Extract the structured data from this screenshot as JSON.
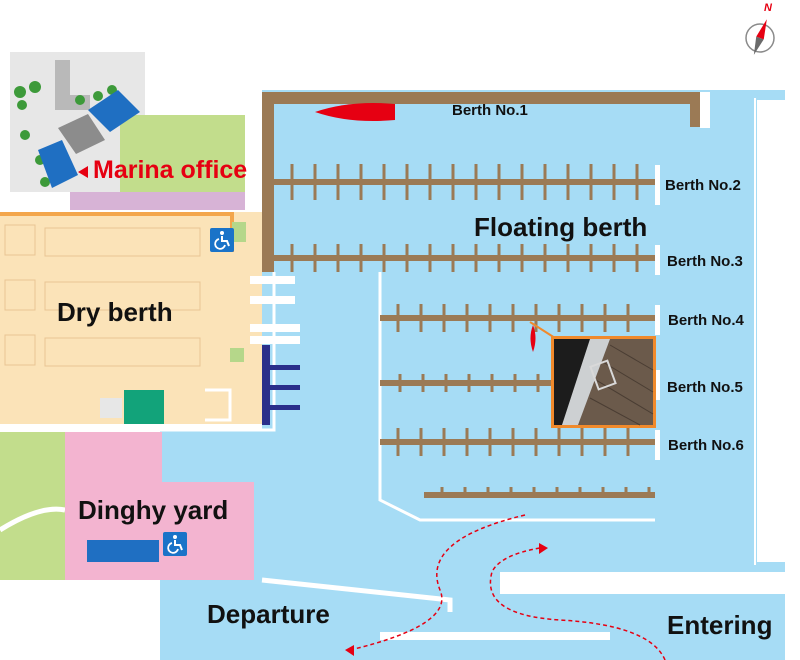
{
  "labels": {
    "marina_office": "Marina office",
    "dry_berth": "Dry berth",
    "dinghy_yard": "Dinghy yard",
    "floating_berth": "Floating berth",
    "departure": "Departure",
    "entering": "Entering",
    "compass_north": "N"
  },
  "berths": [
    "Berth No.1",
    "Berth No.2",
    "Berth No.3",
    "Berth No.4",
    "Berth No.5",
    "Berth No.6"
  ],
  "colors": {
    "water": "#a6dcf5",
    "pier": "#9b7a55",
    "dry_berth": "#fbe3b8",
    "dinghy_yard": "#f3b4d0",
    "lawn": "#c2dd8c",
    "boat": "#e60012",
    "accessibility": "#1a73c8",
    "pontoon_navy": "#2a2f8a",
    "building_green": "#12a37a",
    "photo_frame": "#f08a2c"
  }
}
